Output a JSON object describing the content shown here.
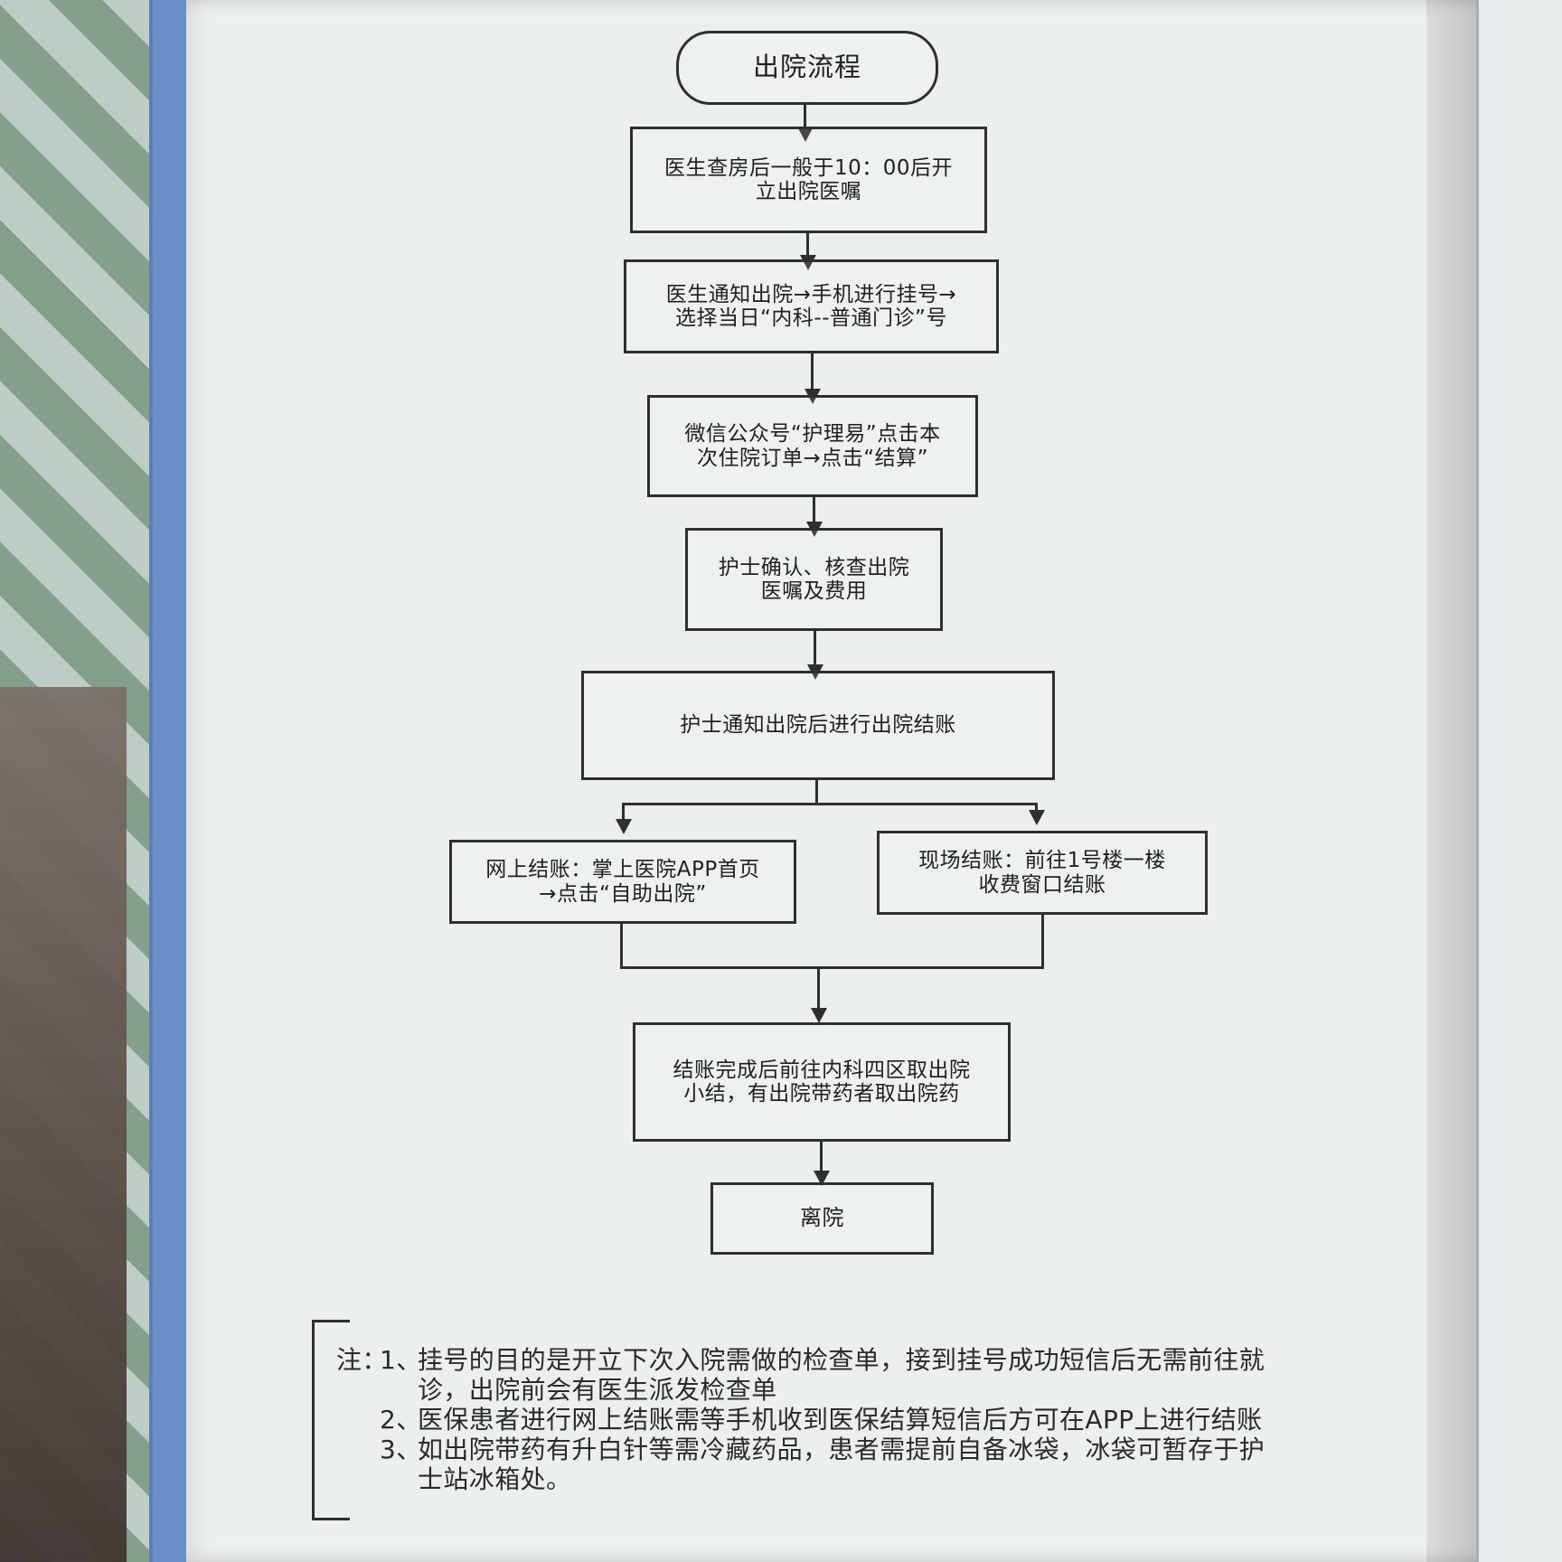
{
  "flowchart": {
    "title": "出院流程",
    "steps": [
      "医生查房后一般于10：00后开\n立出院医嘱",
      "医生通知出院→手机进行挂号→\n选择当日“内科--普通门诊”号",
      "微信公众号“护理易”点击本\n次住院订单→点击“结算”",
      "护士确认、核查出院\n医嘱及费用",
      "护士通知出院后进行出院结账"
    ],
    "branches": [
      "网上结账：掌上医院APP首页\n→点击“自助出院”",
      "现场结账：前往1号楼一楼\n收费窗口结账"
    ],
    "after_checkout": "结账完成后前往内科四区取出院\n小结，有出院带药者取出院药",
    "end": "离院"
  },
  "notes": {
    "prefix": "注：",
    "items": [
      {
        "num": "1、",
        "text": "挂号的目的是开立下次入院需做的检查单，接到挂号成功短信后无需前往就\n诊，出院前会有医生派发检查单"
      },
      {
        "num": "2、",
        "text": "医保患者进行网上结账需等手机收到医保结算短信后方可在APP上进行结账"
      },
      {
        "num": "3、",
        "text": "如出院带药有升白针等需冷藏药品，患者需提前自备冰袋，冰袋可暂存于护\n士站冰箱处。"
      }
    ]
  }
}
